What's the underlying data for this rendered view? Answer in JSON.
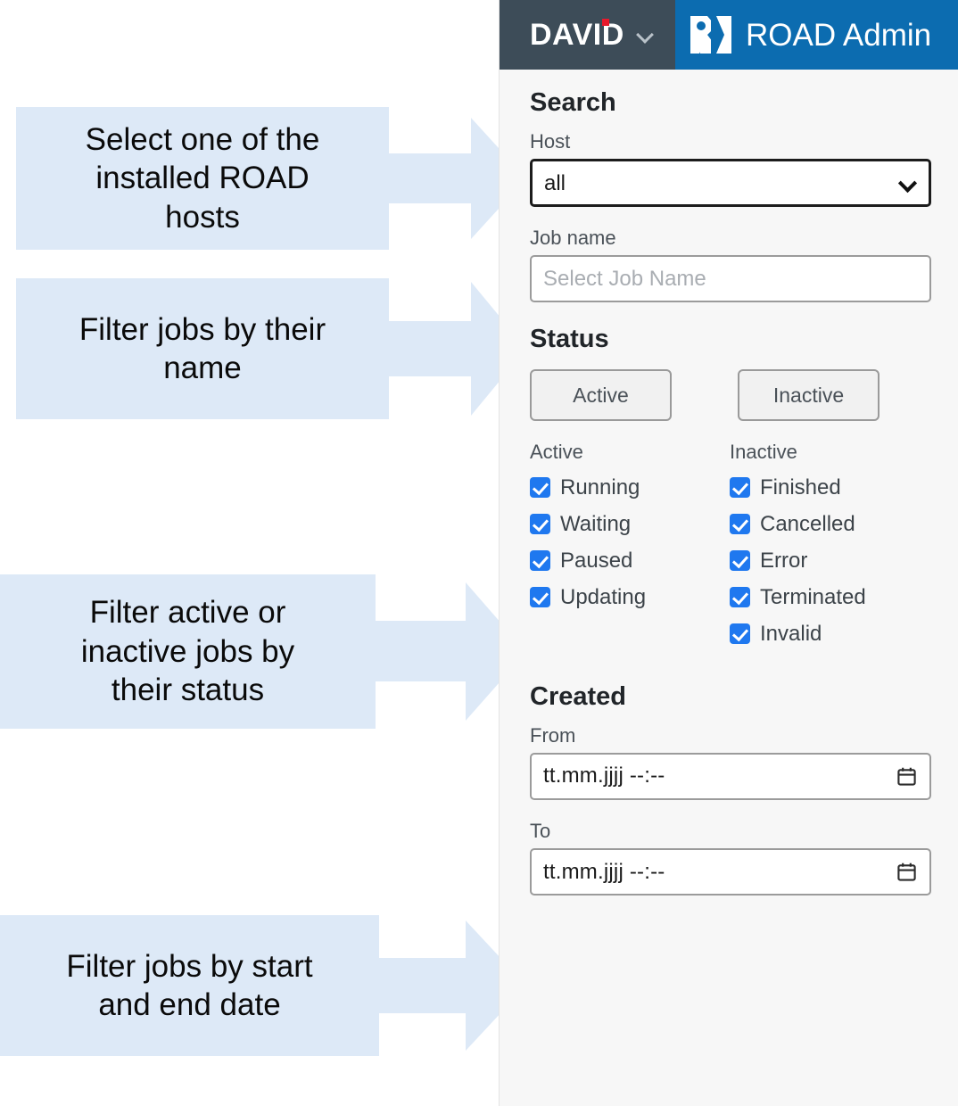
{
  "header": {
    "brand": "DAVID",
    "brand_dropdown_icon": "chevron-down-icon",
    "product_logo_icon": "road-logo-icon",
    "product_title": "ROAD Admin",
    "brand_bg": "#3d4c58",
    "product_bg": "#0c6cb0",
    "brand_dot_color": "#e8192c"
  },
  "search": {
    "title": "Search",
    "host": {
      "label": "Host",
      "value": "all",
      "options": [
        "all"
      ],
      "dropdown_icon": "chevron-down-icon"
    },
    "job_name": {
      "label": "Job name",
      "value": "",
      "placeholder": "Select Job Name"
    },
    "status": {
      "title": "Status",
      "buttons": [
        {
          "label": "Active"
        },
        {
          "label": "Inactive"
        }
      ],
      "columns": [
        {
          "heading": "Active",
          "items": [
            {
              "label": "Running",
              "checked": true
            },
            {
              "label": "Waiting",
              "checked": true
            },
            {
              "label": "Paused",
              "checked": true
            },
            {
              "label": "Updating",
              "checked": true
            }
          ]
        },
        {
          "heading": "Inactive",
          "items": [
            {
              "label": "Finished",
              "checked": true
            },
            {
              "label": "Cancelled",
              "checked": true
            },
            {
              "label": "Error",
              "checked": true
            },
            {
              "label": "Terminated",
              "checked": true
            },
            {
              "label": "Invalid",
              "checked": true
            }
          ]
        }
      ],
      "checkbox_color": "#1f78ef"
    },
    "created": {
      "title": "Created",
      "from": {
        "label": "From",
        "value": "tt.mm.jjjj --:--",
        "calendar_icon": "calendar-icon"
      },
      "to": {
        "label": "To",
        "value": "tt.mm.jjjj --:--",
        "calendar_icon": "calendar-icon"
      }
    }
  },
  "annotations": {
    "fill": "#dde9f7",
    "items": [
      {
        "lines": [
          "Select one of the",
          "installed ROAD",
          "hosts"
        ]
      },
      {
        "lines": [
          "Filter jobs by their",
          "name"
        ]
      },
      {
        "lines": [
          "Filter active or",
          "inactive jobs by",
          "their status"
        ]
      },
      {
        "lines": [
          "Filter jobs by start",
          "and end date"
        ]
      }
    ]
  }
}
